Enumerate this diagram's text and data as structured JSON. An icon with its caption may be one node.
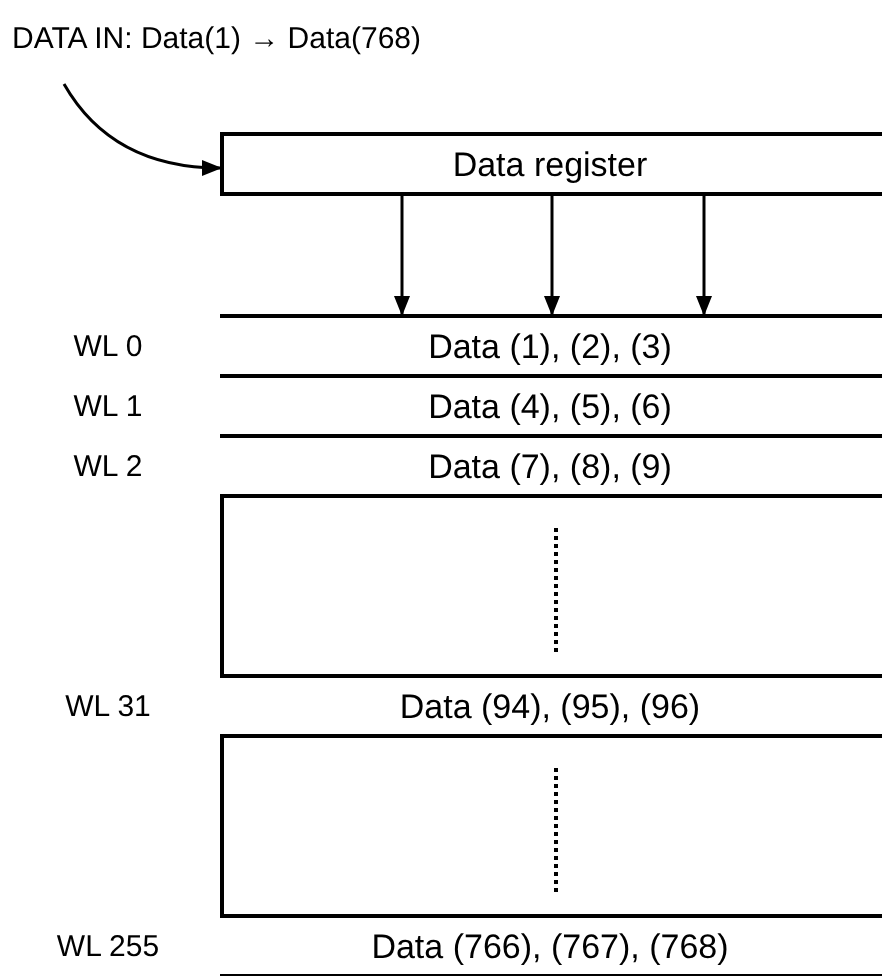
{
  "diagram": {
    "nodes": [
      {
        "text": [
          "DATA IN: Data(1) → Data(768)"
        ]
      },
      {
        "text": [
          "Data register"
        ]
      },
      {
        "text": [],
        "shape": "box"
      },
      {
        "text": [
          "Data (1), (2), (3)"
        ],
        "in": 2,
        "beside": [
          "WL 0"
        ]
      },
      {
        "text": [
          "Data (4), (5), (6)"
        ],
        "in": 2,
        "beside": [
          "WL 1"
        ]
      },
      {
        "text": [
          "Data (7), (8), (9)"
        ],
        "in": 2,
        "beside": [
          "WL 2"
        ]
      },
      {
        "text": [
          "Data (94), (95), (96)"
        ],
        "in": 2,
        "beside": [
          "WL 31"
        ]
      },
      {
        "text": [
          "Data (766), (767), (768)"
        ],
        "in": 2,
        "beside": [
          "WL 255"
        ]
      }
    ],
    "edges": [
      {
        "from": 0,
        "to": 1,
        "arrow": "to"
      },
      {
        "from": 1,
        "to": 3,
        "arrow": "to"
      },
      {
        "from": 1,
        "to": 3,
        "arrow": "to"
      },
      {
        "from": 1,
        "to": 3,
        "arrow": "to"
      }
    ]
  }
}
